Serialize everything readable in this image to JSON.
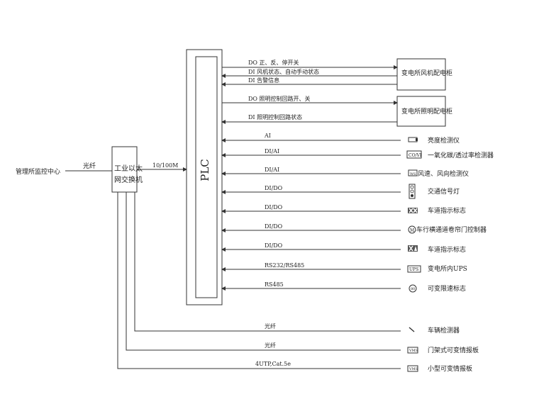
{
  "left_label": "管理所监控中心",
  "fiber_label": "光纤",
  "switch_line1": "工业以太",
  "switch_line2": "网交换机",
  "speed_label": "10/100M",
  "plc_label": "PLC",
  "cabinets": [
    {
      "label": "变电所风机配电柜",
      "signals": [
        "DO 正、反、停开关",
        "DI 风机状态、自动手动状态",
        "DI 告警信息"
      ]
    },
    {
      "label": "变电所照明配电柜",
      "signals": [
        "DO 照明控制回路开、关",
        "DI 照明控制回路状态"
      ]
    }
  ],
  "devices": [
    {
      "signal": "AI",
      "label": "亮度检测仪",
      "icon": "brightness-sensor-icon"
    },
    {
      "signal": "DI/AI",
      "label": "一氧化碳/透过率检测器",
      "icon": "co-detector-icon",
      "icon_text": "CO/VI"
    },
    {
      "signal": "DI/AI",
      "label": "风速、风向检测仪",
      "icon": "wind-sensor-icon",
      "icon_text": "WS"
    },
    {
      "signal": "DI/DO",
      "label": "交通信号灯",
      "icon": "traffic-light-icon"
    },
    {
      "signal": "DI/DO",
      "label": "车道指示标志",
      "icon": "lane-sign-icon"
    },
    {
      "signal": "DI/DO",
      "label": "车行横通道卷帘门控制器",
      "icon": "shutter-controller-icon",
      "icon_text": "M"
    },
    {
      "signal": "DI/DO",
      "label": "车道指示标志",
      "icon": "lane-sign-icon"
    },
    {
      "signal": "RS232/RS485",
      "label": "变电所内UPS",
      "icon": "ups-icon",
      "icon_text": "UPS"
    },
    {
      "signal": "RS485",
      "label": "可变限速标志",
      "icon": "speed-limit-sign-icon",
      "icon_text": "80"
    }
  ],
  "bottom_links": [
    {
      "signal": "光纤",
      "label": "车辆检测器",
      "icon": "vehicle-detector-icon"
    },
    {
      "signal": "光纤",
      "label": "门架式可变情报板",
      "icon": "gantry-vms-icon",
      "icon_text": "VMS"
    },
    {
      "signal": "4UTP,Cat.5e",
      "label": "小型可变情报板",
      "icon": "small-vms-icon",
      "icon_text": "VMS"
    }
  ]
}
